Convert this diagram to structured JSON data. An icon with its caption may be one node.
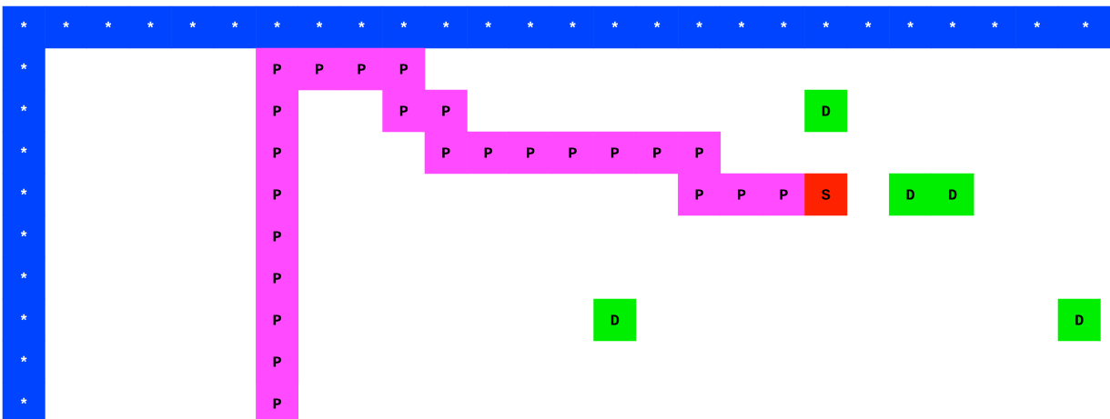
{
  "diagram": {
    "nodes": [
      {
        "text": [
          "*"
        ]
      },
      {
        "text": [
          "*"
        ]
      },
      {
        "text": [
          "*"
        ]
      },
      {
        "text": [
          "*"
        ]
      },
      {
        "text": [
          "*"
        ]
      },
      {
        "text": [
          "*"
        ]
      },
      {
        "text": [
          "*"
        ]
      },
      {
        "text": [
          "*"
        ]
      },
      {
        "text": [
          "*"
        ]
      },
      {
        "text": [
          "*"
        ]
      },
      {
        "text": [
          "*"
        ]
      },
      {
        "text": [
          "*"
        ]
      },
      {
        "text": [
          "*"
        ]
      },
      {
        "text": [
          "*"
        ]
      },
      {
        "text": [
          "*"
        ]
      },
      {
        "text": [
          "*"
        ]
      },
      {
        "text": [
          "*"
        ]
      },
      {
        "text": [
          "*"
        ]
      },
      {
        "text": [
          "*"
        ]
      },
      {
        "text": [
          "*"
        ]
      },
      {
        "text": [
          "*"
        ]
      },
      {
        "text": [
          "*"
        ]
      },
      {
        "text": [
          "*"
        ]
      },
      {
        "text": [
          "*"
        ]
      },
      {
        "text": [
          "*"
        ]
      },
      {
        "text": [
          "*"
        ]
      },
      {
        "text": [
          "*"
        ]
      },
      {
        "text": [
          "P"
        ]
      },
      {
        "text": [
          "P"
        ]
      },
      {
        "text": [
          "P"
        ]
      },
      {
        "text": [
          "P"
        ]
      },
      {
        "text": [
          "*"
        ]
      },
      {
        "text": [
          "P"
        ]
      },
      {
        "text": [
          "P"
        ]
      },
      {
        "text": [
          "P"
        ]
      },
      {
        "text": [
          "D"
        ]
      },
      {
        "text": [
          "*"
        ]
      },
      {
        "text": [
          "P"
        ]
      },
      {
        "text": [
          "P"
        ]
      },
      {
        "text": [
          "P"
        ]
      },
      {
        "text": [
          "P"
        ]
      },
      {
        "text": [
          "P"
        ]
      },
      {
        "text": [
          "P"
        ]
      },
      {
        "text": [
          "P"
        ]
      },
      {
        "text": [
          "P"
        ]
      },
      {
        "text": [
          "*"
        ]
      },
      {
        "text": [
          "P"
        ]
      },
      {
        "text": [
          "P"
        ]
      },
      {
        "text": [
          "P"
        ]
      },
      {
        "text": [
          "P"
        ]
      },
      {
        "text": [
          "S"
        ]
      },
      {
        "text": [
          "D"
        ]
      },
      {
        "text": [
          "D"
        ]
      },
      {
        "text": [
          "*"
        ]
      },
      {
        "text": [
          "P"
        ]
      },
      {
        "text": [
          "*"
        ]
      },
      {
        "text": [
          "P"
        ]
      },
      {
        "text": [
          "*"
        ]
      },
      {
        "text": [
          "P"
        ]
      },
      {
        "text": [
          "D"
        ]
      },
      {
        "text": [
          "D"
        ]
      },
      {
        "text": [
          "*"
        ]
      },
      {
        "text": [
          "P"
        ]
      },
      {
        "text": [
          "*"
        ]
      },
      {
        "text": [
          "P"
        ]
      }
    ]
  }
}
